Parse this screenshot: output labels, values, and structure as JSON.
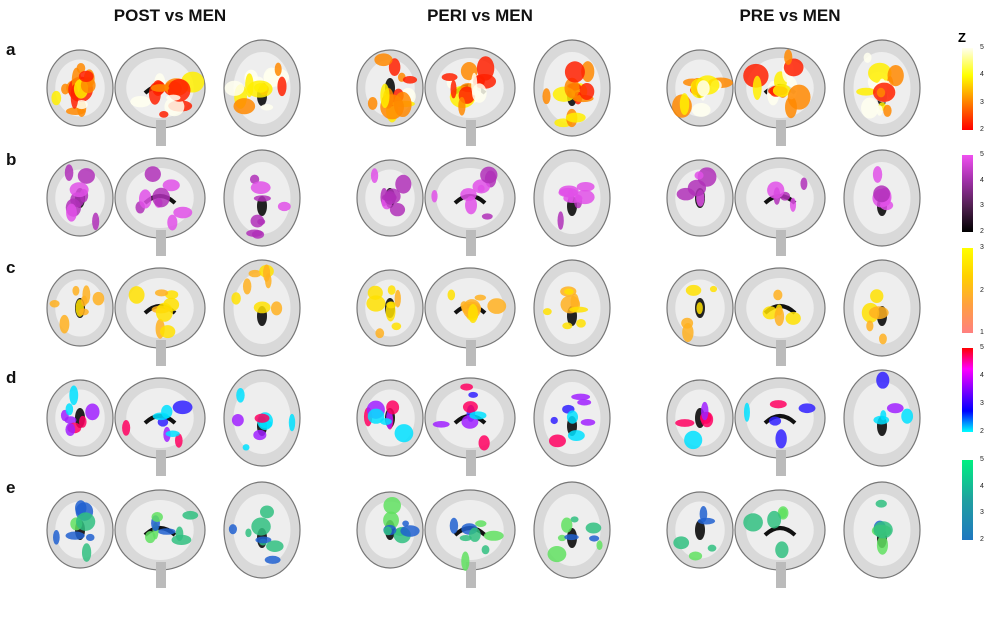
{
  "column_titles": [
    "POST vs MEN",
    "PERI vs MEN",
    "PRE vs MEN"
  ],
  "row_labels": [
    "a",
    "b",
    "c",
    "d",
    "e"
  ],
  "colorbar_label": "Z",
  "rows": [
    {
      "colors": [
        "#ff2000",
        "#ff8800",
        "#ffee00",
        "#ffffee"
      ],
      "gradient": [
        "#ff0000",
        "#ff8000",
        "#ffff00",
        "#fffff0"
      ],
      "ticks": [
        "5",
        "4",
        "3",
        "2"
      ]
    },
    {
      "colors": [
        "#b030b8",
        "#e050e8"
      ],
      "gradient": [
        "#000000",
        "#502050",
        "#a030a8",
        "#f050f0"
      ],
      "ticks": [
        "5",
        "4",
        "3",
        "2"
      ]
    },
    {
      "colors": [
        "#ffb020",
        "#ffe000"
      ],
      "gradient": [
        "#ff8080",
        "#ffa040",
        "#ffd000",
        "#ffff00"
      ],
      "ticks": [
        "3",
        "2",
        "1"
      ]
    },
    {
      "colors": [
        "#3020ff",
        "#a020ff",
        "#00e0ff",
        "#ff0060"
      ],
      "gradient": [
        "#00ffff",
        "#0000ff",
        "#8000ff",
        "#ff00ff",
        "#ff0000"
      ],
      "ticks": [
        "5",
        "4",
        "3",
        "2"
      ]
    },
    {
      "colors": [
        "#2060d0",
        "#30c080",
        "#60e060"
      ],
      "gradient": [
        "#1f77c0",
        "#20a0a0",
        "#00f080"
      ],
      "ticks": [
        "5",
        "4",
        "3",
        "2"
      ]
    }
  ]
}
